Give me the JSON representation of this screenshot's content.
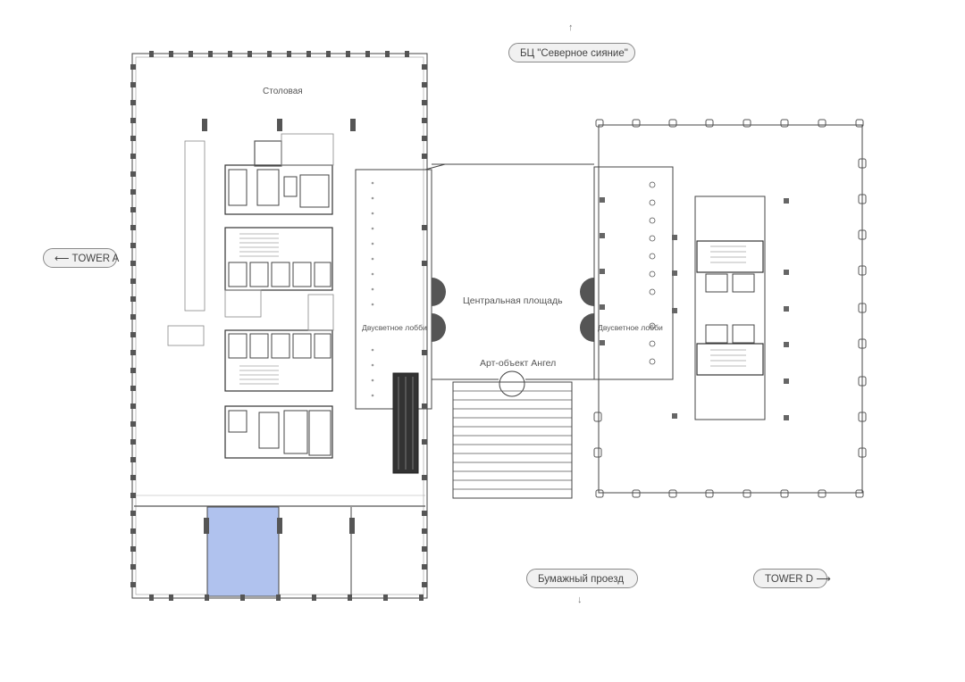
{
  "nav": {
    "north": {
      "label": "БЦ \"Северное сияние\"",
      "arrow": "↑"
    },
    "south": {
      "label": "Бумажный проезд",
      "arrow": "↓"
    },
    "west": {
      "label": "TOWER A",
      "arrow": "⟵"
    },
    "east": {
      "label": "TOWER D",
      "arrow": "⟶"
    }
  },
  "areas": {
    "canteen": "Столовая",
    "lobby_left": "Двусветное лобби",
    "lobby_right": "Двусветное лобби",
    "central_square": "Центральная площадь",
    "art_object": "Арт-объект Ангел"
  },
  "colors": {
    "selected_unit": "#b0c2ee",
    "wall": "#2b2b2b",
    "line": "#7a7a7a"
  }
}
